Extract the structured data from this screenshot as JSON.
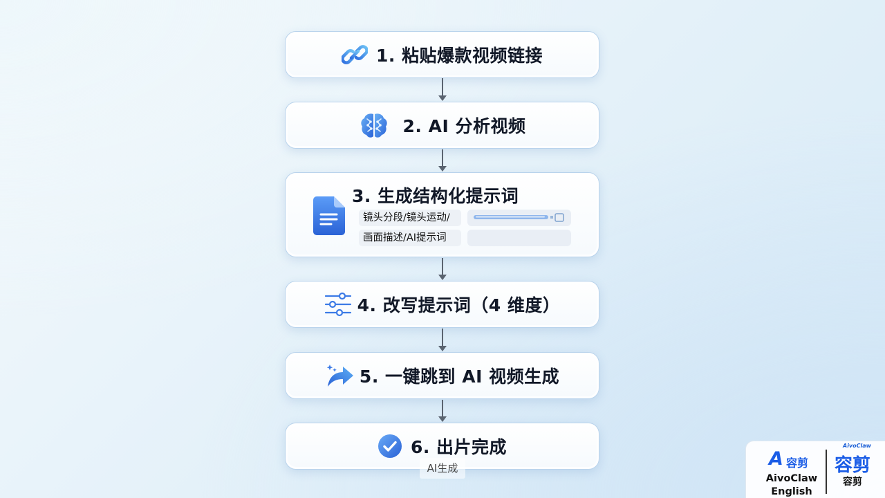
{
  "steps": [
    {
      "title": "1. 粘贴爆款视频链接",
      "icon": "link-icon"
    },
    {
      "title": "2. AI 分析视频",
      "icon": "brain-icon"
    },
    {
      "title": "3. 生成结构化提示词",
      "icon": "document-icon",
      "chips": [
        "镜头分段/镜头运动/",
        "画面描述/AI提示词"
      ]
    },
    {
      "title": "4. 改写提示词（4 维度）",
      "icon": "sliders-icon"
    },
    {
      "title": "5. 一键跳到 AI 视频生成",
      "icon": "share-arrow-icon"
    },
    {
      "title": "6. 出片完成",
      "icon": "check-circle-icon"
    }
  ],
  "watermark": "AI生成",
  "brand": {
    "sub": "AivoClaw",
    "logo_letter": "A",
    "logo_cn": "容剪",
    "name_en": "AivoClaw English",
    "cn_big": "容剪",
    "cn_small": "容剪"
  },
  "colors": {
    "accent": "#2f7cf0",
    "card_border": "#b9d3ec",
    "arrow": "#5b6470"
  }
}
